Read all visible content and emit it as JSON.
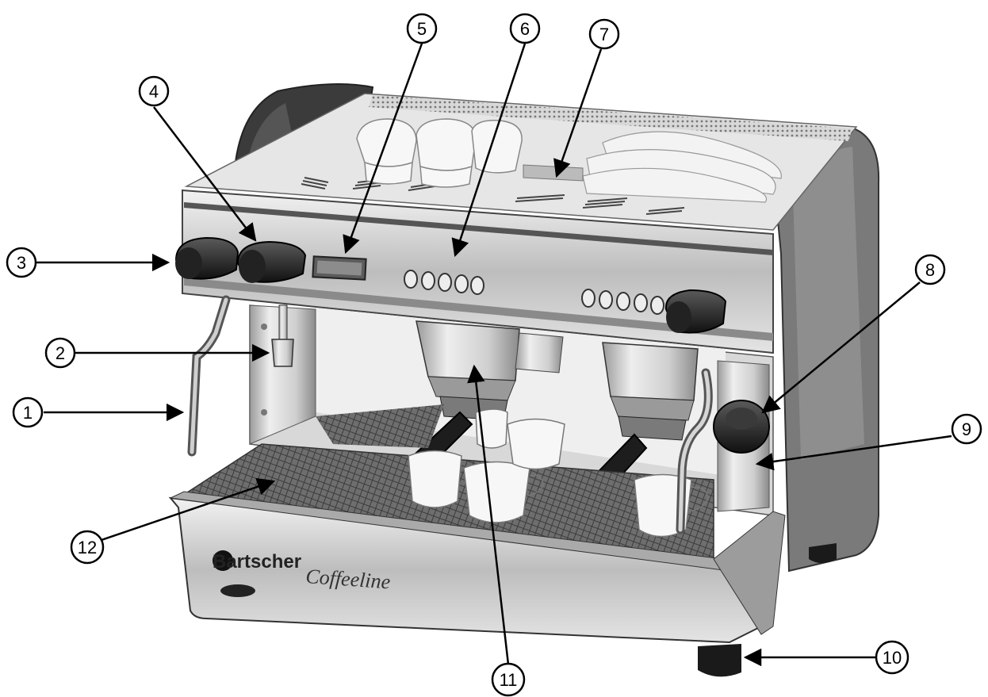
{
  "brand": {
    "name": "Bartscher",
    "line": "Coffeeline"
  },
  "callouts": [
    {
      "number": "1",
      "part": "steam-wand-left"
    },
    {
      "number": "2",
      "part": "hot-water-outlet"
    },
    {
      "number": "3",
      "part": "steam-knob-left"
    },
    {
      "number": "4",
      "part": "hot-water-knob"
    },
    {
      "number": "5",
      "part": "display"
    },
    {
      "number": "6",
      "part": "selection-buttons"
    },
    {
      "number": "7",
      "part": "cup-warmer"
    },
    {
      "number": "8",
      "part": "steam-knob-right"
    },
    {
      "number": "9",
      "part": "steam-wand-right"
    },
    {
      "number": "10",
      "part": "adjustable-foot"
    },
    {
      "number": "11",
      "part": "portafilter"
    },
    {
      "number": "12",
      "part": "drip-tray-grid"
    }
  ]
}
